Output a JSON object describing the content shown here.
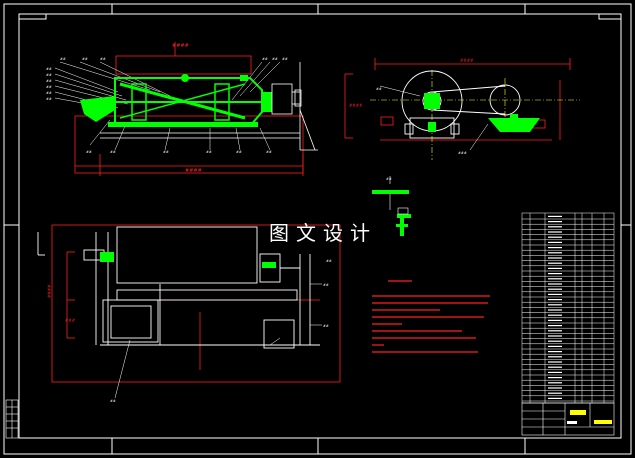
{
  "drawing": {
    "colors": {
      "background": "#000000",
      "frame": "#ffffff",
      "outline": "#ffffff",
      "part": "#00ff00",
      "center_line": "#ffff00",
      "dimension": "#ff0000",
      "note_text": "#ff2020"
    },
    "watermark": "图文设计",
    "views": [
      {
        "name": "main-section-view",
        "type": "assembly-section"
      },
      {
        "name": "side-elevation-view",
        "type": "assembly-elevation"
      },
      {
        "name": "plan-view",
        "type": "assembly-plan"
      },
      {
        "name": "detail-view",
        "type": "detail"
      }
    ],
    "notes_visible": true,
    "parts_list_visible": true,
    "title_block_visible": true
  }
}
